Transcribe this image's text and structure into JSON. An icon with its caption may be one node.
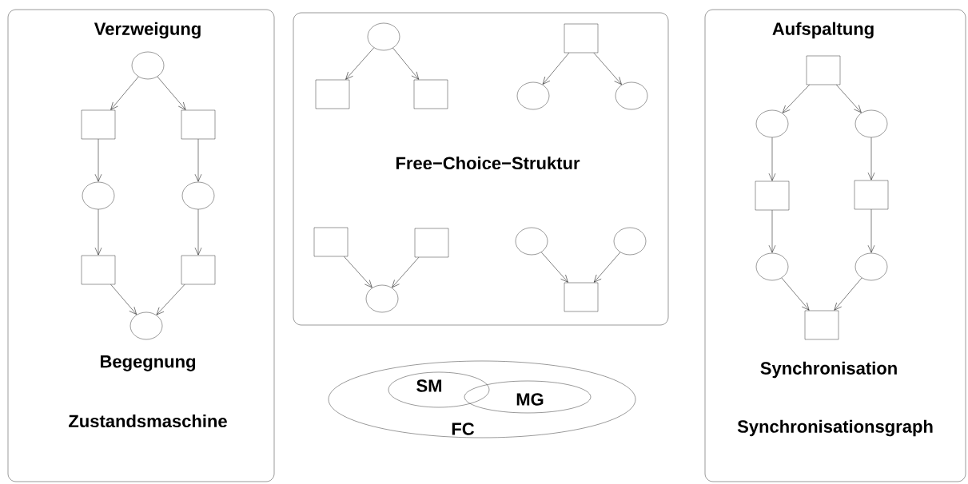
{
  "diagram": {
    "nodes": [
      {
        "text": [
          "Verzweigung",
          "Begegnung",
          "Zustandsmaschine"
        ]
      },
      {
        "text": [],
        "shape": "circle",
        "in": 0
      },
      {
        "text": [],
        "shape": "box",
        "in": 0
      },
      {
        "text": [],
        "shape": "box",
        "in": 0
      },
      {
        "text": [],
        "shape": "circle",
        "in": 0
      },
      {
        "text": [],
        "shape": "circle",
        "in": 0
      },
      {
        "text": [],
        "shape": "box",
        "in": 0
      },
      {
        "text": [],
        "shape": "box",
        "in": 0
      },
      {
        "text": [],
        "shape": "circle",
        "in": 0
      },
      {
        "text": [
          "Free−Choice−Struktur"
        ]
      },
      {
        "text": [],
        "shape": "circle",
        "in": 9
      },
      {
        "text": [],
        "shape": "box",
        "in": 9
      },
      {
        "text": [],
        "shape": "box",
        "in": 9
      },
      {
        "text": [],
        "shape": "box",
        "in": 9
      },
      {
        "text": [],
        "shape": "circle",
        "in": 9
      },
      {
        "text": [],
        "shape": "circle",
        "in": 9
      },
      {
        "text": [],
        "shape": "box",
        "in": 9
      },
      {
        "text": [],
        "shape": "box",
        "in": 9
      },
      {
        "text": [],
        "shape": "circle",
        "in": 9
      },
      {
        "text": [],
        "shape": "circle",
        "in": 9
      },
      {
        "text": [],
        "shape": "circle",
        "in": 9
      },
      {
        "text": [],
        "shape": "box",
        "in": 9
      },
      {
        "text": [
          "FC"
        ]
      },
      {
        "text": [
          "SM"
        ],
        "in": 22
      },
      {
        "text": [
          "MG"
        ],
        "in": 22
      },
      {
        "text": [
          "Aufspaltung",
          "Synchronisation",
          "Synchronisationsgraph"
        ]
      },
      {
        "text": [],
        "shape": "box",
        "in": 25
      },
      {
        "text": [],
        "shape": "circle",
        "in": 25
      },
      {
        "text": [],
        "shape": "circle",
        "in": 25
      },
      {
        "text": [],
        "shape": "box",
        "in": 25
      },
      {
        "text": [],
        "shape": "box",
        "in": 25
      },
      {
        "text": [],
        "shape": "circle",
        "in": 25
      },
      {
        "text": [],
        "shape": "circle",
        "in": 25
      },
      {
        "text": [],
        "shape": "box",
        "in": 25
      }
    ],
    "edges": [
      {
        "from": 1,
        "to": 2,
        "arrow": "to"
      },
      {
        "from": 1,
        "to": 3,
        "arrow": "to"
      },
      {
        "from": 2,
        "to": 4,
        "arrow": "to"
      },
      {
        "from": 3,
        "to": 5,
        "arrow": "to"
      },
      {
        "from": 4,
        "to": 6,
        "arrow": "to"
      },
      {
        "from": 5,
        "to": 7,
        "arrow": "to"
      },
      {
        "from": 6,
        "to": 8,
        "arrow": "to"
      },
      {
        "from": 7,
        "to": 8,
        "arrow": "to"
      },
      {
        "from": 10,
        "to": 11,
        "arrow": "to"
      },
      {
        "from": 10,
        "to": 12,
        "arrow": "to"
      },
      {
        "from": 13,
        "to": 14,
        "arrow": "to"
      },
      {
        "from": 13,
        "to": 15,
        "arrow": "to"
      },
      {
        "from": 16,
        "to": 18,
        "arrow": "to"
      },
      {
        "from": 17,
        "to": 18,
        "arrow": "to"
      },
      {
        "from": 19,
        "to": 21,
        "arrow": "to"
      },
      {
        "from": 20,
        "to": 21,
        "arrow": "to"
      },
      {
        "from": 26,
        "to": 27,
        "arrow": "to"
      },
      {
        "from": 26,
        "to": 28,
        "arrow": "to"
      },
      {
        "from": 27,
        "to": 29,
        "arrow": "to"
      },
      {
        "from": 28,
        "to": 30,
        "arrow": "to"
      },
      {
        "from": 29,
        "to": 31,
        "arrow": "to"
      },
      {
        "from": 30,
        "to": 32,
        "arrow": "to"
      },
      {
        "from": 31,
        "to": 33,
        "arrow": "to"
      },
      {
        "from": 32,
        "to": 33,
        "arrow": "to"
      }
    ]
  }
}
